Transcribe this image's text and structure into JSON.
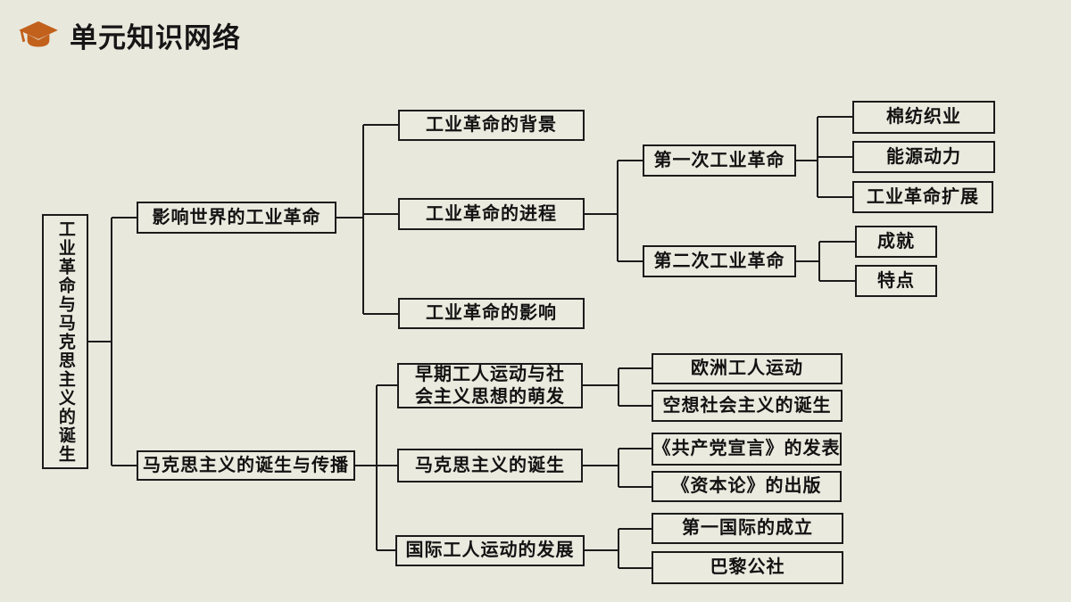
{
  "header": {
    "title": "单元知识网络",
    "icon": "graduation-cap-icon"
  },
  "colors": {
    "background": "#e9e8dd",
    "box_fill": "#ebeadf",
    "box_border": "#1b1b1b",
    "connector_line": "#1b1b1b",
    "title_text": "#161616",
    "icon_orange": "#c2611c"
  },
  "diagram": {
    "nodes": {
      "root": "工业革命与马克思主义的诞生",
      "industrial_revolution": "影响世界的工业革命",
      "irev_background": "工业革命的背景",
      "irev_process": "工业革命的进程",
      "irev_impact": "工业革命的影响",
      "first_industrial_revolution": "第一次工业革命",
      "second_industrial_revolution": "第二次工业革命",
      "cotton_textile": "棉纺织业",
      "energy_power": "能源动力",
      "irev_expansion": "工业革命扩展",
      "achievements": "成就",
      "features": "特点",
      "marxism_birth_spread": "马克思主义的诞生与传播",
      "early_workers_movement": "早期工人运动与社\n会主义思想的萌发",
      "marxism_birth": "马克思主义的诞生",
      "intl_workers_movement": "国际工人运动的发展",
      "european_workers_movement": "欧洲工人运动",
      "utopian_socialism": "空想社会主义的诞生",
      "communist_manifesto": "《共产党宣言》的发表",
      "das_kapital": "《资本论》的出版",
      "first_international": "第一国际的成立",
      "paris_commune": "巴黎公社"
    }
  }
}
